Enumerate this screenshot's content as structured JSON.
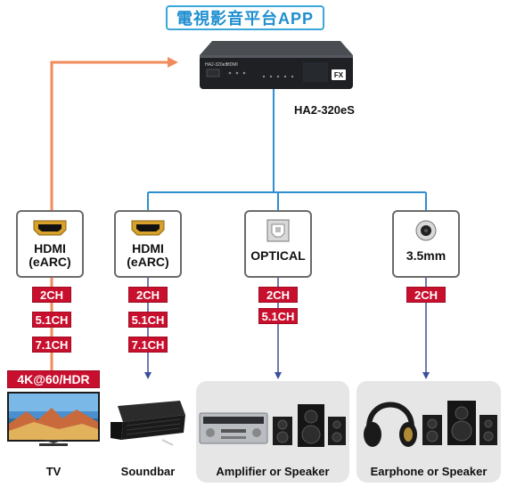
{
  "app_title": "電視影音平台APP",
  "device": {
    "model": "HA2-320eS",
    "front_text_1": "HA2-320eS",
    "front_text_2": "HDMI",
    "front_logo": "FX"
  },
  "ports": [
    {
      "label_line1": "HDMI",
      "label_line2": "(eARC)",
      "icon": "hdmi-connector-icon",
      "badges": [
        "2CH",
        "5.1CH",
        "7.1CH"
      ],
      "extra_badge": "4K@60/HDR",
      "caption": "TV"
    },
    {
      "label_line1": "HDMI",
      "label_line2": "(eARC)",
      "icon": "hdmi-connector-icon",
      "badges": [
        "2CH",
        "5.1CH",
        "7.1CH"
      ],
      "caption": "Soundbar"
    },
    {
      "label_line1": "OPTICAL",
      "label_line2": "",
      "icon": "optical-port-icon",
      "badges": [
        "2CH",
        "5.1CH"
      ],
      "caption": "Amplifier or Speaker"
    },
    {
      "label_line1": "3.5mm",
      "label_line2": "",
      "icon": "audio-jack-icon",
      "badges": [
        "2CH"
      ],
      "caption": "Earphone or Speaker"
    }
  ],
  "colors": {
    "accent_blue": "#2f8fd0",
    "tv_line_orange": "#f28b5b",
    "badge_red": "#c8102e",
    "arrow_navy": "#3a4f9a"
  }
}
